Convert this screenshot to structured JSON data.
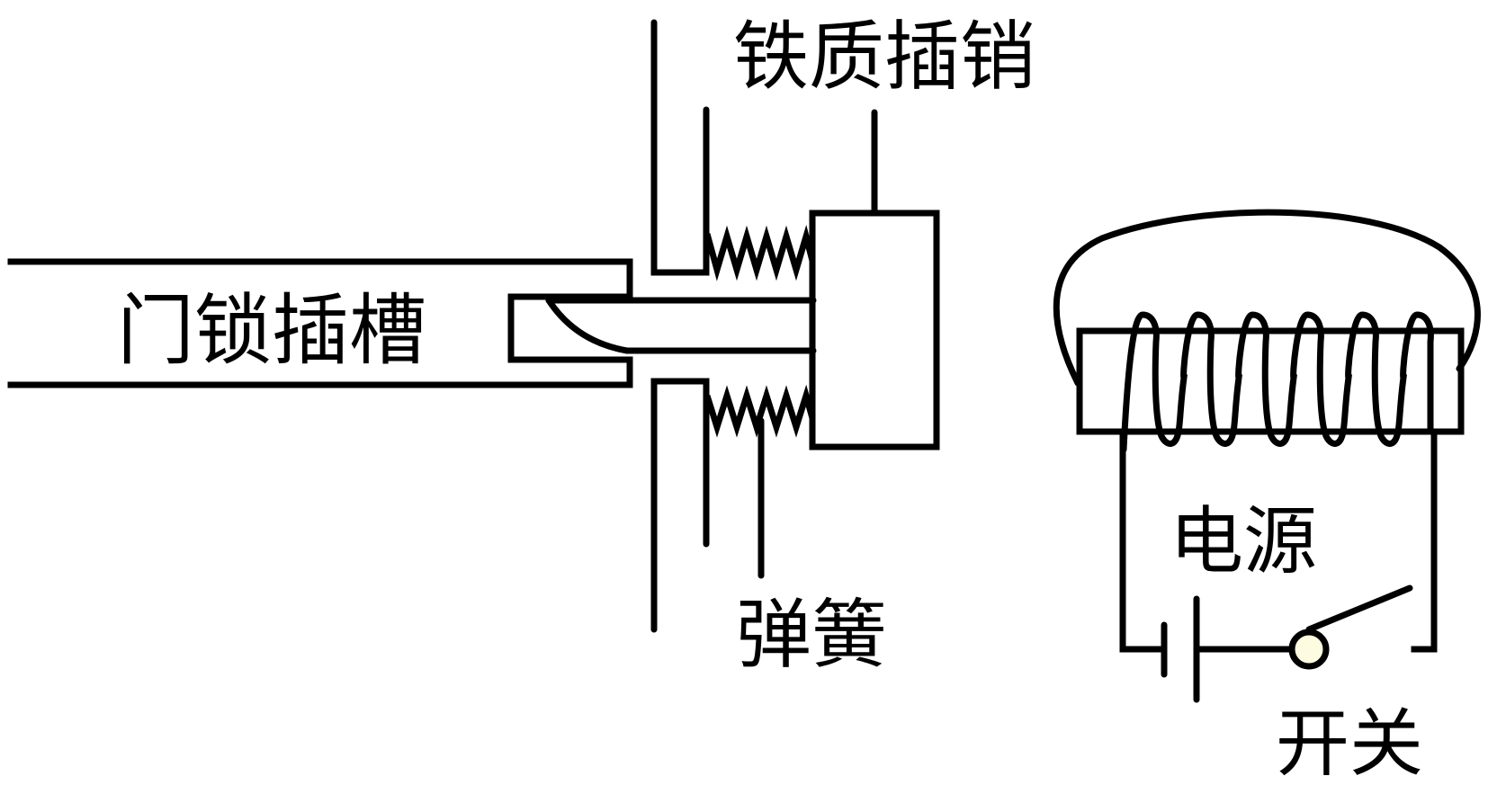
{
  "diagram": {
    "title": "electromagnetic door lock",
    "labels": {
      "door_slot": "门锁插槽",
      "iron_bolt": "铁质插销",
      "spring": "弹簧",
      "power_source": "电源",
      "switch": "开关"
    },
    "colors": {
      "stroke": "#000000",
      "background": "#ffffff",
      "switch_pivot": "#fdfbe0"
    },
    "coil_turns": 6,
    "switch_state": "open"
  }
}
